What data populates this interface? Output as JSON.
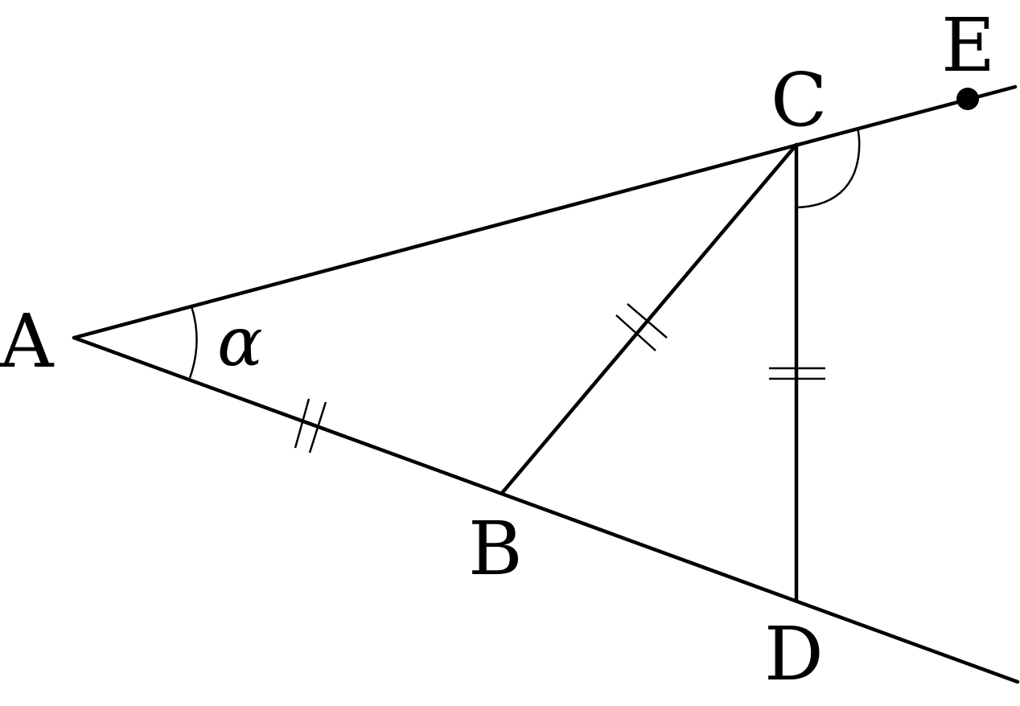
{
  "labels": {
    "A": "A",
    "B": "B",
    "C": "C",
    "D": "D",
    "E": "E",
    "alpha": "α"
  }
}
